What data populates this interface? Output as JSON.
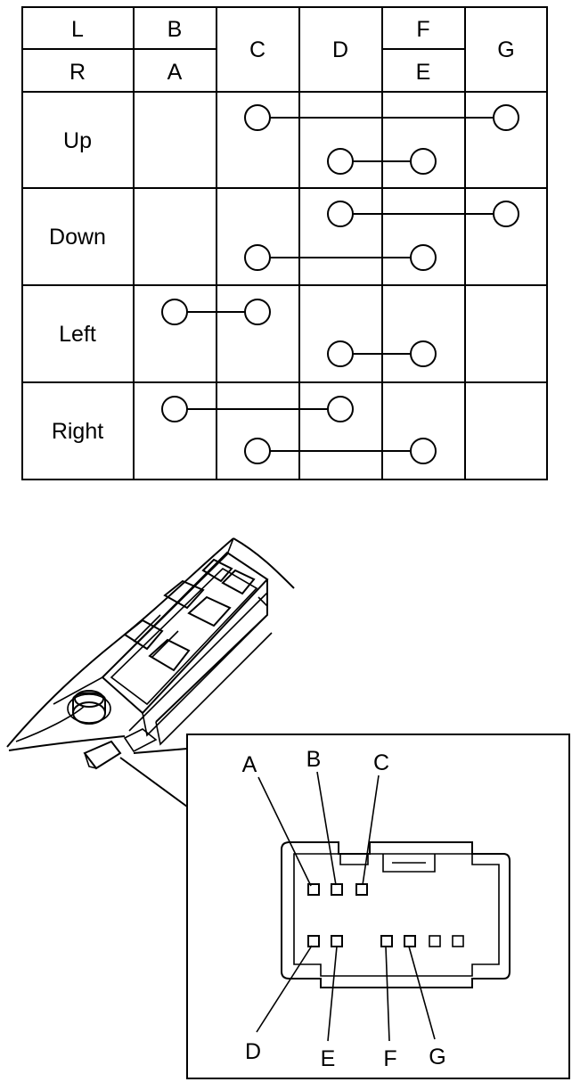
{
  "table": {
    "header_top": [
      "L",
      "B",
      "F"
    ],
    "header_bottom": [
      "R",
      "A",
      "E"
    ],
    "header_span": [
      "C",
      "D",
      "G"
    ],
    "rows": [
      {
        "label": "Up",
        "connections": [
          [
            "C",
            "G"
          ],
          [
            "D",
            "F/E"
          ]
        ]
      },
      {
        "label": "Down",
        "connections": [
          [
            "D",
            "G"
          ],
          [
            "C",
            "F/E"
          ]
        ]
      },
      {
        "label": "Left",
        "connections": [
          [
            "B/A",
            "C"
          ],
          [
            "D",
            "F/E"
          ]
        ]
      },
      {
        "label": "Right",
        "connections": [
          [
            "B/A",
            "D"
          ],
          [
            "C",
            "F/E"
          ]
        ]
      }
    ]
  },
  "connector": {
    "terminals": [
      "A",
      "B",
      "C",
      "D",
      "E",
      "F",
      "G"
    ]
  }
}
